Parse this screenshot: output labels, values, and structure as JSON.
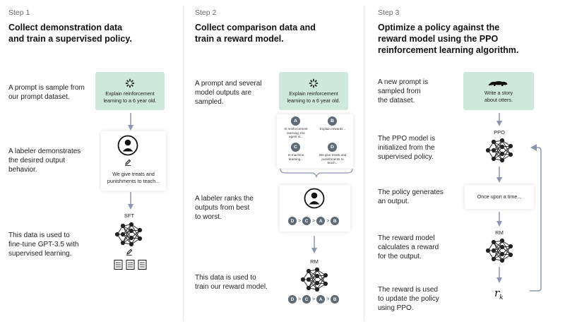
{
  "steps": [
    {
      "label": "Step 1",
      "title_line1": "Collect demonstration data",
      "title_line2": "and train a supervised policy.",
      "descriptions": [
        [
          "A prompt is sample from",
          "our prompt dataset."
        ],
        [
          "A labeler demonstrates",
          "the desired output",
          "behavior."
        ],
        [
          "This data is used to",
          "fine-tune GPT-3.5 with",
          "supervised learning."
        ]
      ],
      "prompt_line1": "Explain reinforcement",
      "prompt_line2": "learning to a 6 year old.",
      "demo_line1": "We give treats and",
      "demo_line2": "punishments to teach...",
      "model_label": "SFT"
    },
    {
      "label": "Step 2",
      "title_line1": "Collect comparison data and",
      "title_line2": "train a reward model.",
      "descriptions": [
        [
          "A prompt and several",
          "model outputs are",
          "sampled."
        ],
        [
          "A labeler ranks the",
          "outputs from best",
          "to worst."
        ],
        [
          "This data is used to",
          "train our reward model."
        ]
      ],
      "prompt_line1": "Explain reinforcement",
      "prompt_line2": "learning to a 6 year old.",
      "outputs": [
        {
          "letter": "A",
          "lines": [
            "In reinforcement",
            "learning, the",
            "agent is..."
          ]
        },
        {
          "letter": "B",
          "lines": [
            "Explain rewards..."
          ]
        },
        {
          "letter": "C",
          "lines": [
            "In machine",
            "learning..."
          ]
        },
        {
          "letter": "D",
          "lines": [
            "We give treats and",
            "punishments to",
            "teach..."
          ]
        }
      ],
      "ranking": [
        "D",
        "C",
        "A",
        "B"
      ],
      "model_label": "RM"
    },
    {
      "label": "Step 3",
      "title_line1": "Optimize a policy against the",
      "title_line2": "reward model using the PPO",
      "title_line3": "reinforcement learning algorithm.",
      "descriptions": [
        [
          "A new prompt is",
          "sampled from",
          "the dataset."
        ],
        [
          "The PPO model is",
          "initialized from the",
          "supervised policy."
        ],
        [
          "The policy generates",
          "an output."
        ],
        [
          "The reward model",
          "calculates a reward",
          "for the output."
        ],
        [
          "The reward is used",
          "to update the policy",
          "using PPO."
        ]
      ],
      "prompt_line1": "Write a story",
      "prompt_line2": "about otters.",
      "ppo_label": "PPO",
      "output_text": "Once upon a time...",
      "rm_label": "RM",
      "reward_symbol": "r",
      "reward_subscript": "k"
    }
  ],
  "colors": {
    "prompt_bg": "#cfe8dc",
    "arrow": "#8d96b0",
    "node": "#222222",
    "pill": "#5f6a77"
  }
}
